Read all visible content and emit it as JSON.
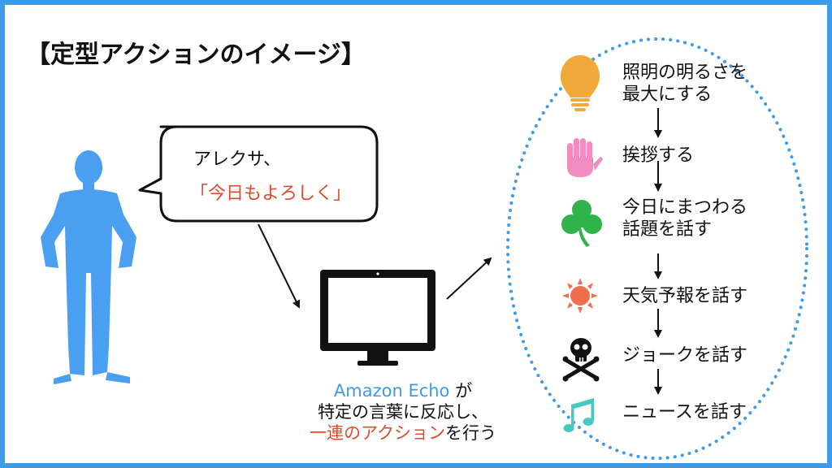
{
  "title": "【定型アクションのイメージ】",
  "speech": {
    "line1": "アレクサ、",
    "line2": "「今日もよろしく」"
  },
  "caption": {
    "product": "Amazon Echo",
    "particle": "が",
    "line2": "特定の言葉に反応し、",
    "line3_highlight": "一連のアクション",
    "line3_rest": "を行う"
  },
  "steps": [
    {
      "icon": "lightbulb-icon",
      "line1": "照明の明るさを",
      "line2": "最大にする"
    },
    {
      "icon": "hand-icon",
      "line1": "挨拶する",
      "line2": ""
    },
    {
      "icon": "clover-icon",
      "line1": "今日にまつわる",
      "line2": "話題を話す"
    },
    {
      "icon": "sun-icon",
      "line1": "天気予報を話す",
      "line2": ""
    },
    {
      "icon": "skull-crossbones-icon",
      "line1": "ジョークを話す",
      "line2": ""
    },
    {
      "icon": "music-note-icon",
      "line1": "ニュースを話す",
      "line2": ""
    }
  ],
  "colors": {
    "border": "#3d9be9",
    "person": "#4a9ff0",
    "highlight": "#e04a2f",
    "dots": "#3d9be9",
    "bulb": "#f2a93b",
    "hand": "#f08cc0",
    "clover": "#2fb34a",
    "sun": "#ee6e4e",
    "music": "#48c8c0"
  }
}
